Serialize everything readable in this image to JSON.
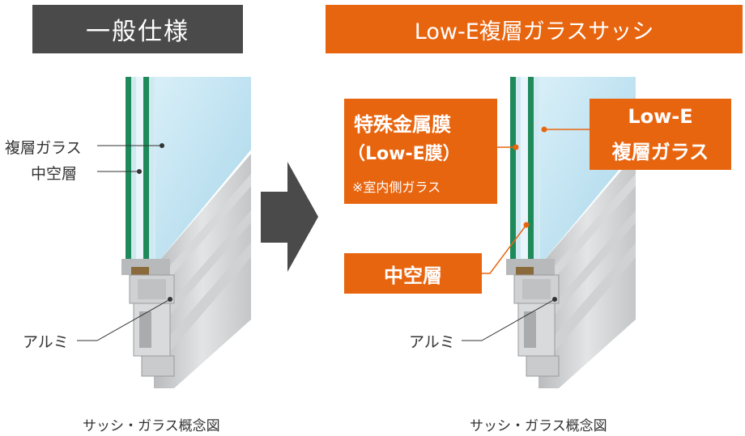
{
  "headers": {
    "left": "一般仕様",
    "right": "Low-E複層ガラスサッシ"
  },
  "left_panel": {
    "labels": {
      "double_glass": "複層ガラス",
      "air_layer": "中空層",
      "aluminum": "アルミ"
    },
    "caption": "サッシ・ガラス概念図"
  },
  "right_panel": {
    "special_film": {
      "line1": "特殊金属膜",
      "line2": "（Low-E膜）",
      "note": "※室内側ガラス"
    },
    "lowe_glass": {
      "line1": "Low-E",
      "line2": "複層ガラス"
    },
    "air_layer": "中空層",
    "aluminum": "アルミ",
    "caption": "サッシ・ガラス概念図"
  },
  "colors": {
    "orange": "#e8650f",
    "dark_gray": "#4a4a4a",
    "glass": "#bfe3f2",
    "glass_edge": "#1e8a5a",
    "frame": "#c9cbcc"
  }
}
